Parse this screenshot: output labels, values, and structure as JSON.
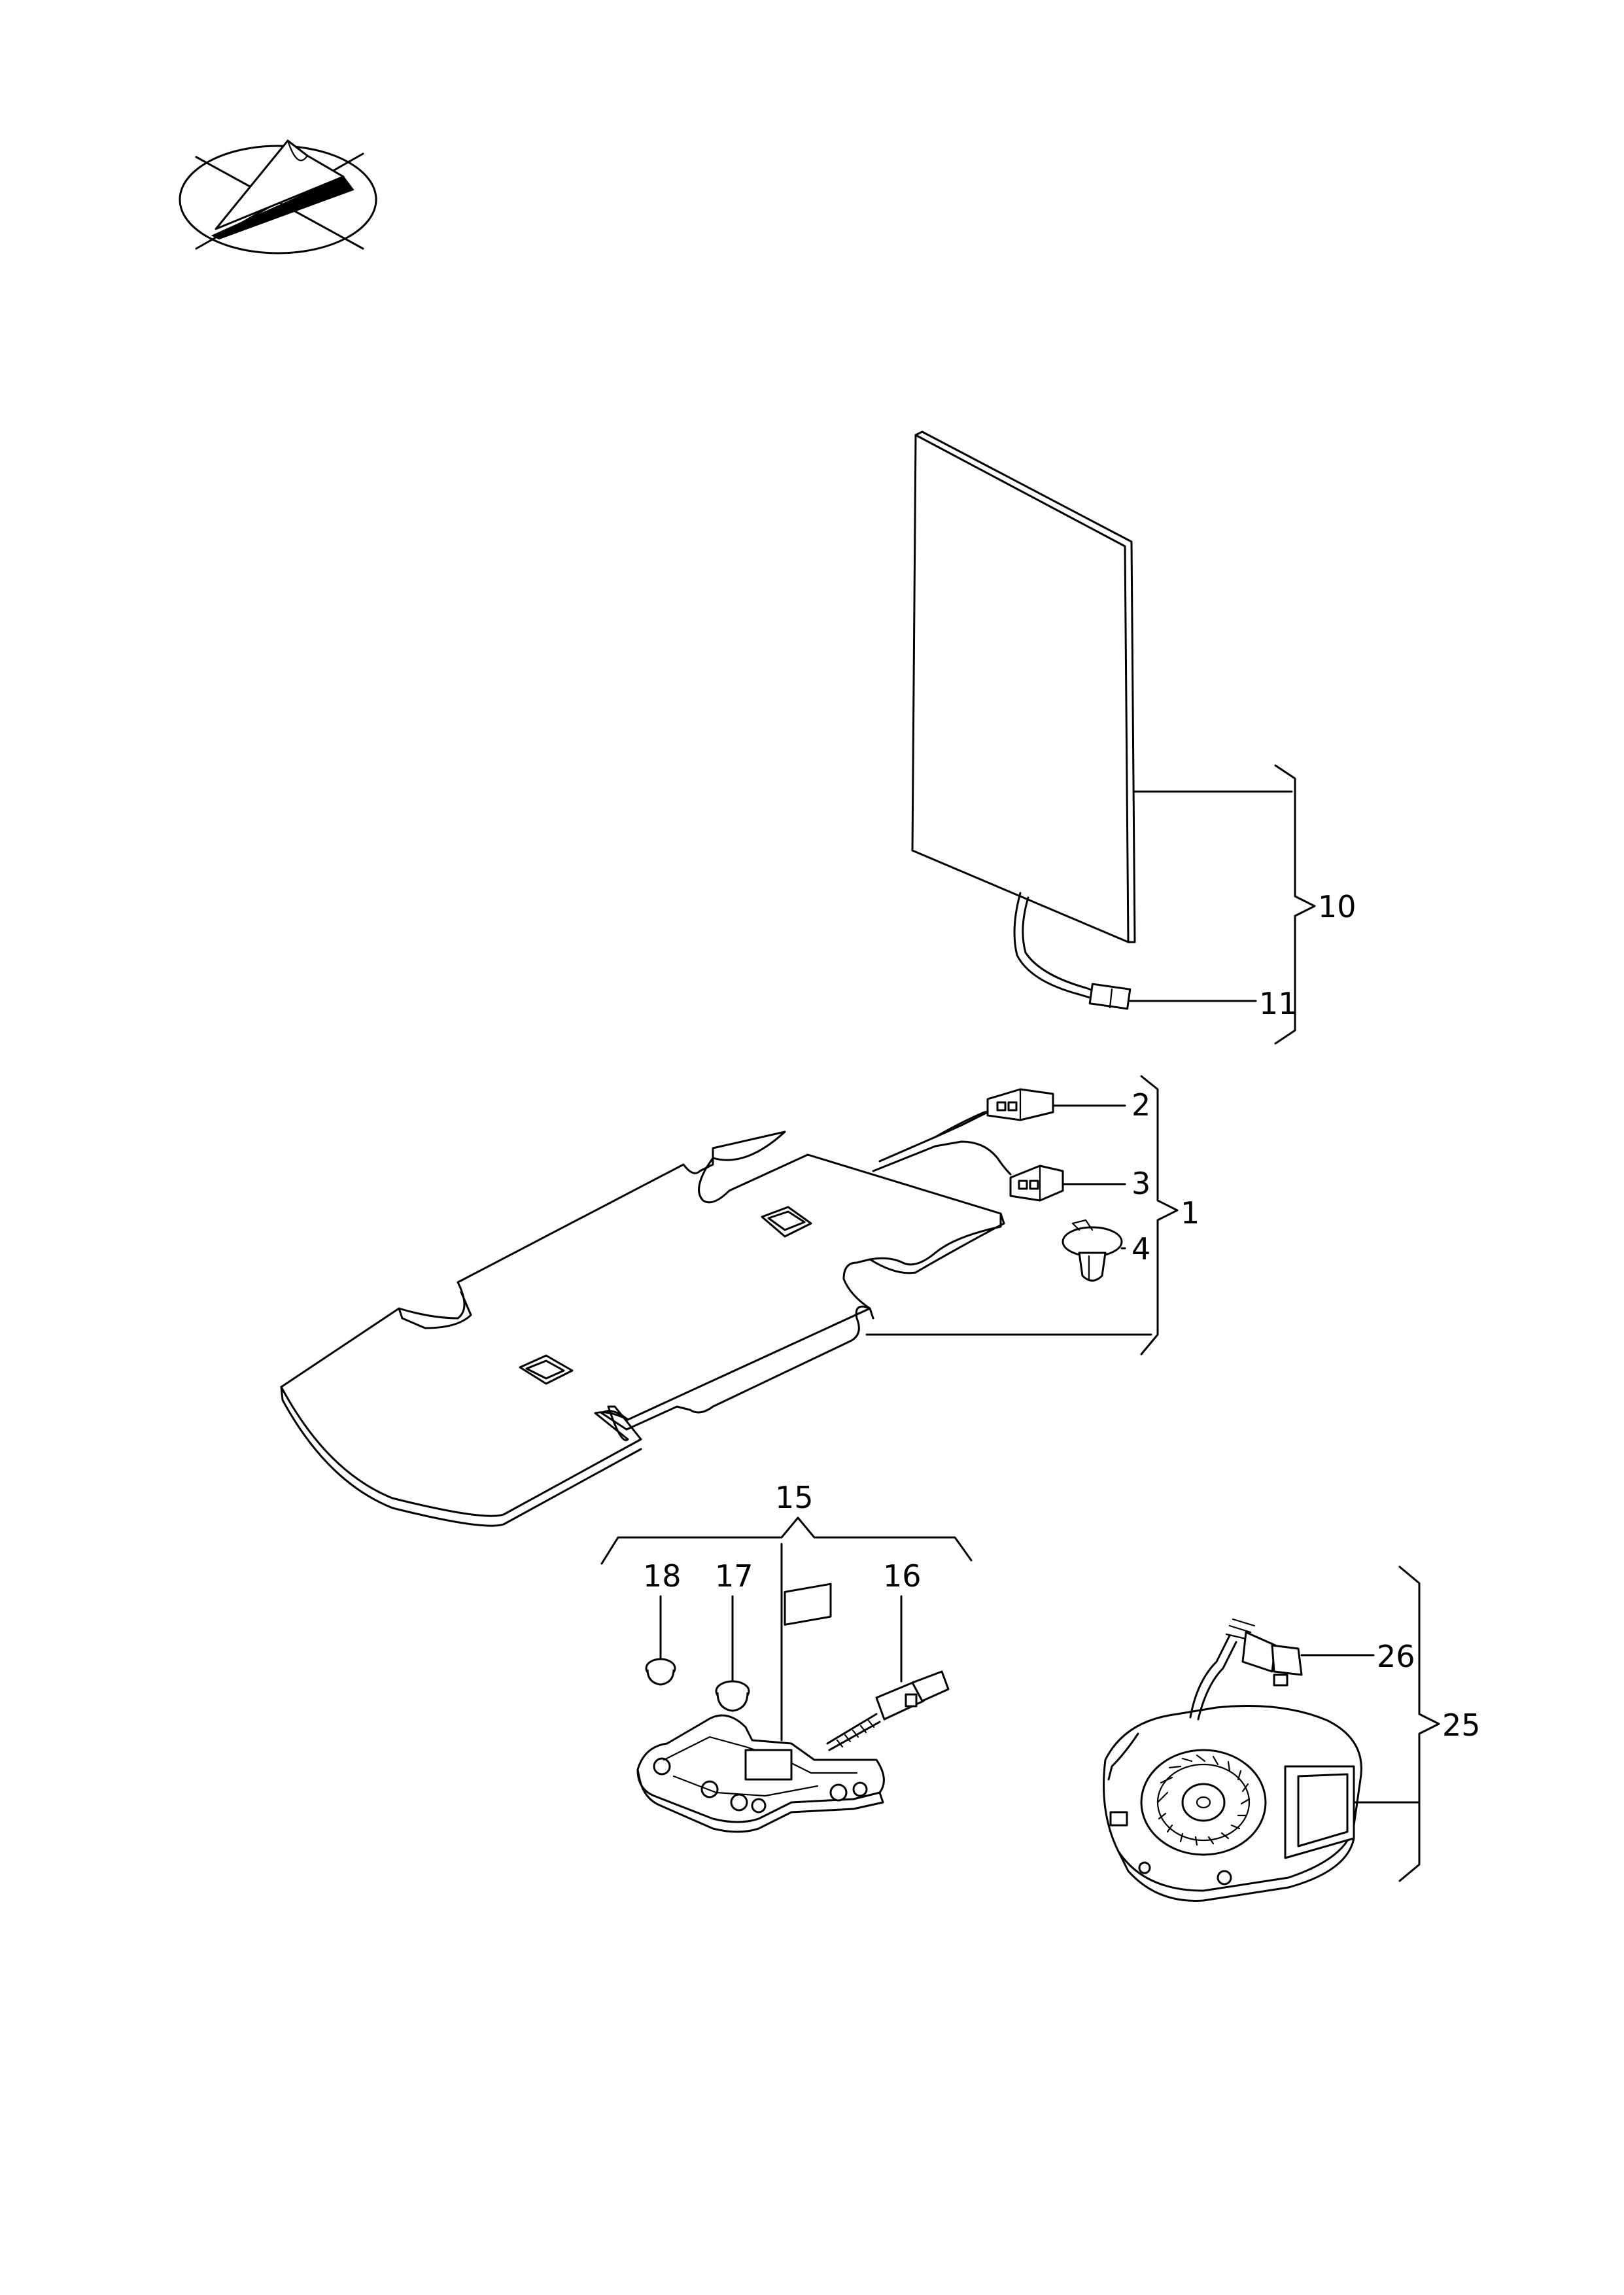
{
  "callouts": {
    "c1": "1",
    "c2": "2",
    "c3": "3",
    "c4": "4",
    "c10": "10",
    "c11": "11",
    "c15": "15",
    "c16": "16",
    "c17": "17",
    "c18": "18",
    "c25": "25",
    "c26": "26"
  }
}
